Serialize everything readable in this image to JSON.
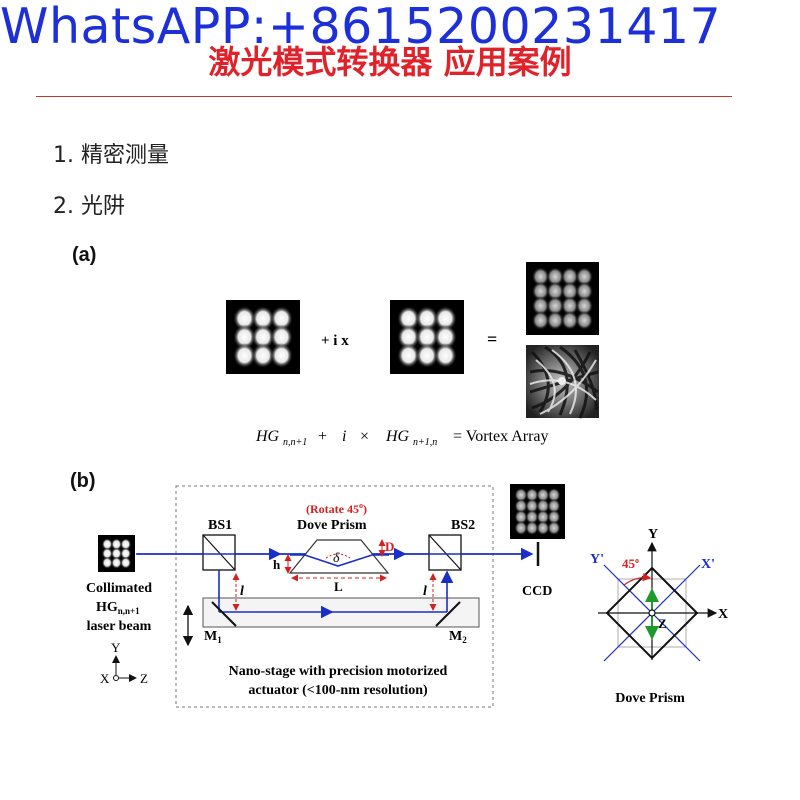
{
  "watermark": "WhatsAPP:+8615200231417",
  "title": "激光模式转换器 应用案例",
  "list": [
    {
      "num": "1.",
      "text": "精密测量"
    },
    {
      "num": "2.",
      "text": "光阱"
    }
  ],
  "panel_a": {
    "label": "(a)",
    "op_plus_i_x": "+ i  x",
    "op_equals": "=",
    "equation": {
      "hg1_main": "HG",
      "hg1_sub": "n,n+1",
      "plus": "+",
      "i": "i",
      "times": "×",
      "hg2_main": "HG",
      "hg2_sub": "n+1,n",
      "rhs": "= Vortex  Array"
    }
  },
  "panel_b": {
    "label": "(b)",
    "rotate": "(Rotate 45",
    "rotate_sup": "o",
    "rotate_end": ")",
    "dove_prism": "Dove Prism",
    "bs1": "BS1",
    "bs2": "BS2",
    "h": "h",
    "delta": "δ",
    "D": "D",
    "L": "L",
    "l1": "l",
    "l2": "l",
    "m1": "M",
    "m1_sub": "1",
    "m2": "M",
    "m2_sub": "2",
    "ccd": "CCD",
    "collimated": "Collimated",
    "hg_main": "HG",
    "hg_sub": "n,n+1",
    "laser_beam": "laser beam",
    "stage_line1": "Nano-stage with precision motorized",
    "stage_line2": "actuator  (<100-nm resolution)",
    "axis_y": "Y",
    "axis_x": "X",
    "axis_z": "Z",
    "prism_y": "Y",
    "prism_yp": "Y'",
    "prism_xp": "X'",
    "prism_x": "X",
    "prism_z": "Z",
    "prism_angle": "45",
    "prism_angle_sup": "o",
    "prism_caption": "Dove Prism"
  },
  "colors": {
    "title_red": "#e0232b",
    "watermark_blue": "#1d2fd8",
    "beam_blue": "#1a2ec8",
    "dash_red": "#d42020",
    "green": "#1e9a2c"
  }
}
